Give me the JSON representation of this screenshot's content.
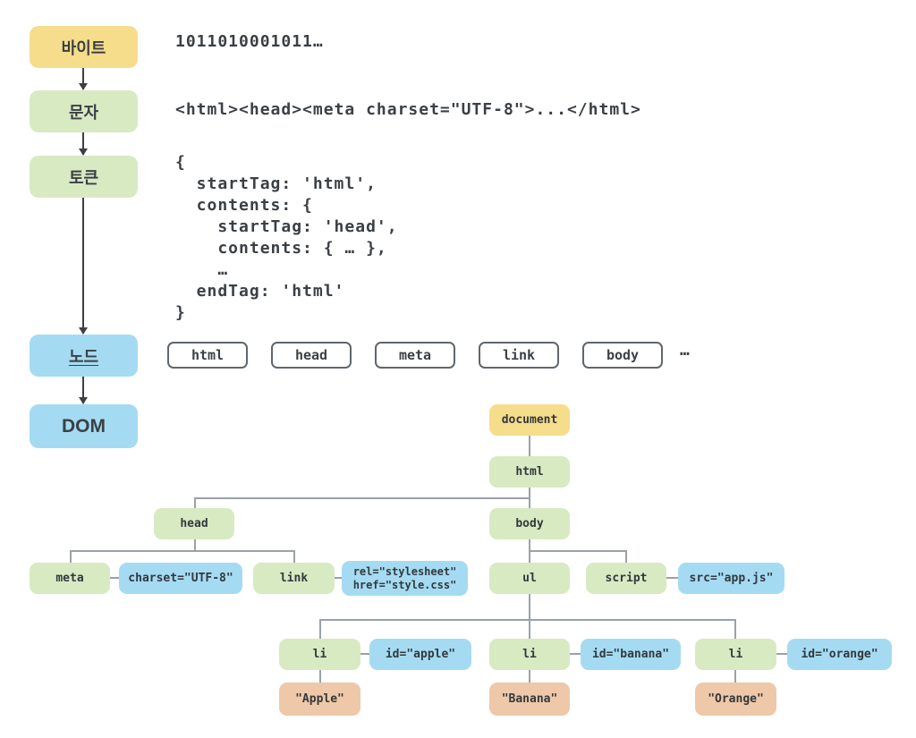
{
  "pipeline": {
    "stages": [
      {
        "label": "바이트"
      },
      {
        "label": "문자"
      },
      {
        "label": "토큰"
      },
      {
        "label": "노드"
      },
      {
        "label": "DOM"
      }
    ],
    "bytes_text": "1011010001011…",
    "chars_text": "<html><head><meta charset=\"UTF-8\">...</html>",
    "tokens_text": "{\n  startTag: 'html',\n  contents: {\n    startTag: 'head',\n    contents: { … },\n    …\n  endTag: 'html'\n}",
    "nodes_row": {
      "items": [
        "html",
        "head",
        "meta",
        "link",
        "body"
      ],
      "more": "…"
    }
  },
  "dom_tree": {
    "document": "document",
    "html": "html",
    "head": "head",
    "body": "body",
    "meta": "meta",
    "charset_attr": "charset=\"UTF-8\"",
    "link": "link",
    "rel_attr": "rel=\"stylesheet\"",
    "href_attr": "href=\"style.css\"",
    "ul": "ul",
    "script": "script",
    "src_attr": "src=\"app.js\"",
    "li_apple": "li",
    "id_apple": "id=\"apple\"",
    "text_apple": "\"Apple\"",
    "li_banana": "li",
    "id_banana": "id=\"banana\"",
    "text_banana": "\"Banana\"",
    "li_orange": "li",
    "id_orange": "id=\"orange\"",
    "text_orange": "\"Orange\""
  },
  "colors": {
    "stage_yellow": "#f6dd8c",
    "stage_green": "#d8eac2",
    "stage_blue": "#a4dbf2",
    "node_salmon": "#eec8a8",
    "text": "#3b4045",
    "tree_line": "#9aa1a8",
    "arrow": "#3c4043",
    "chip_border": "#60666d"
  }
}
